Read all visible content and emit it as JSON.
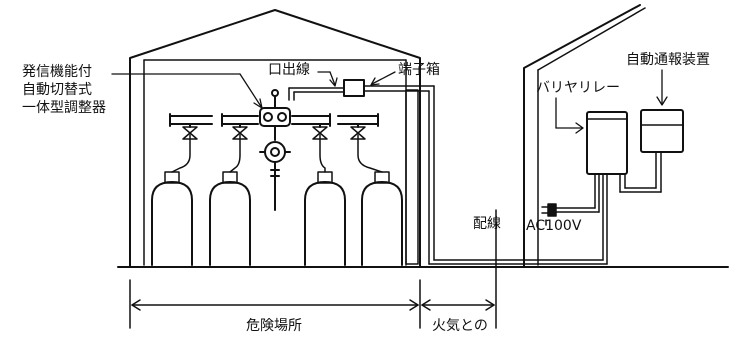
{
  "labels": {
    "regulator_line1": "発信機能付",
    "regulator_line2": "自動切替式",
    "regulator_line3": "一体型調整器",
    "outlet": "口出線",
    "terminal_box": "端子箱",
    "barrier_relay": "バリヤリレー",
    "auto_alarm": "自動通報装置",
    "wiring": "配線",
    "power": "AC100V",
    "hazard_area": "危険場所",
    "fire_distance": "火気との"
  },
  "colors": {
    "line": "#111111",
    "background": "#ffffff"
  }
}
